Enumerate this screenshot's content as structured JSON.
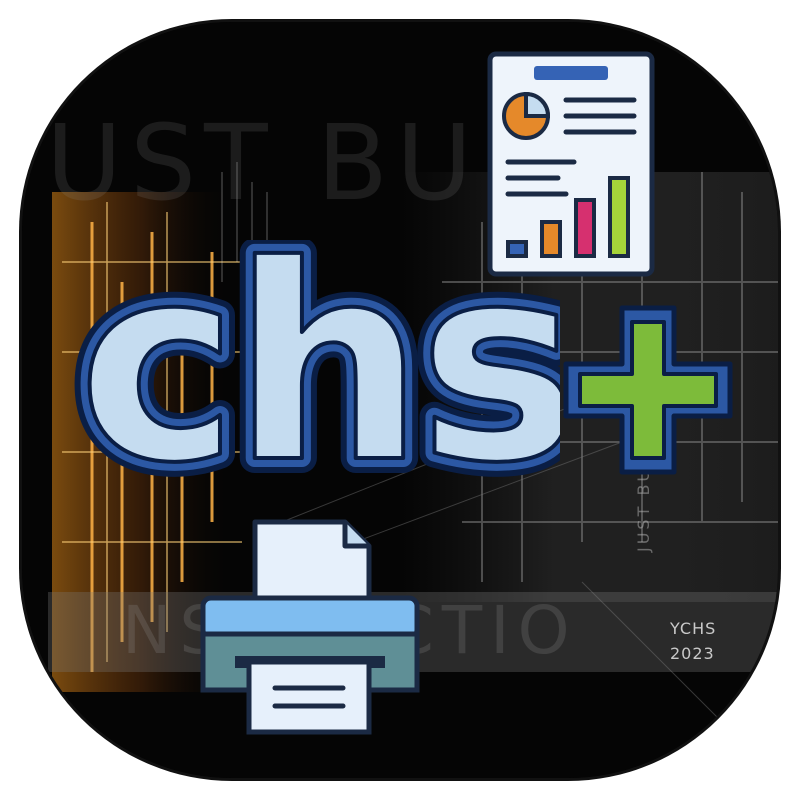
{
  "app_icon": {
    "logo_text": "chs",
    "background_text_top": "UST BU",
    "background_text_band": "NSTRUCTIO",
    "background_text_vertical": "JUST BU",
    "year_label_line1": "YCHS",
    "year_label_line2": "2023"
  },
  "icons": {
    "plus": "plus-icon",
    "report": "report-document-icon",
    "printer": "printer-icon"
  },
  "colors": {
    "tile_background": "#040404",
    "logo_fill": "#c5dcf0",
    "logo_outline": "#2c58a4",
    "plus_fill": "#7dbb3a",
    "plus_outline": "#2c58a4",
    "chart_orange": "#e5892a",
    "chart_pink": "#d6306f",
    "chart_green": "#a6d43a",
    "document_header": "#3563b5"
  }
}
